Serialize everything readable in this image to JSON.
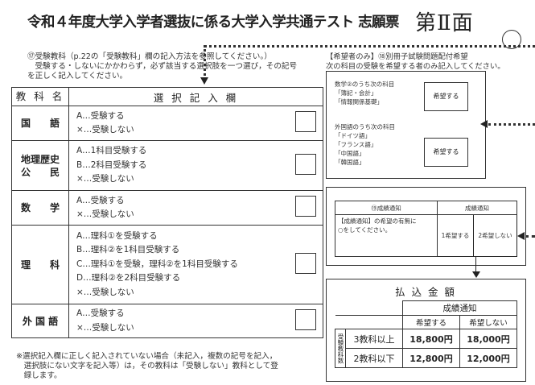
{
  "header": {
    "title": "令和４年度大学入学者選抜に係る大学入学共通テスト 志願票",
    "face": "第Ⅱ面"
  },
  "left_note": {
    "line1": "⑰受験教科（p.22の「受験教科」欄の記入方法を参照してください。）",
    "line2": "　受験する・しないにかかわらず，必ず該当する選択肢を一つ選び，その記号",
    "line3": "を正しく記入してください。"
  },
  "table": {
    "header_subject": "教 科 名",
    "header_select": "選 択 記 入 欄",
    "rows": [
      {
        "subject_lines": [
          "国　　語"
        ],
        "options": [
          "A…受験する",
          "×…受験しない"
        ]
      },
      {
        "subject_lines": [
          "地理歴史",
          "公　　民"
        ],
        "options": [
          "A…1科目受験する",
          "B…2科目受験する",
          "×…受験しない"
        ]
      },
      {
        "subject_lines": [
          "数　　学"
        ],
        "options": [
          "A…受験する",
          "×…受験しない"
        ]
      },
      {
        "subject_lines": [
          "理　　科"
        ],
        "options": [
          "A…理科①を受験する",
          "B…理科②を1科目受験する",
          "C…理科①を受験，理科②を1科目受験する",
          "D…理科②を2科目受験する",
          "×…受験しない"
        ]
      },
      {
        "subject_lines": [
          "外 国 語"
        ],
        "options": [
          "A…受験する",
          "×…受験しない"
        ]
      }
    ]
  },
  "footnote": {
    "line1": "※選択記入欄に正しく記入されていない場合（未記入，複数の記号を記入，",
    "line2": "　選択肢にない文字を記入等）は，その教科は「受験しない」教科として登",
    "line3": "　録します。"
  },
  "right_note": {
    "line1": "【希望者のみ】⑱別冊子試験問題配付希望",
    "line2": "次の科目の受験を希望する者のみ記入してください。"
  },
  "booklet": {
    "math_title": "数学②のうち次の科目",
    "math_subjects": [
      "「簿記・会計」",
      "「情報関係基礎」"
    ],
    "lang_title": "外国語のうち次の科目",
    "lang_subjects": [
      "「ドイツ語」",
      "「フランス語」",
      "「中国語」",
      "「韓国語」"
    ],
    "wish_label": "希望する"
  },
  "results": {
    "heading": "⑲成績通知",
    "column_heading": "成績通知",
    "instruction_line1": "【成績通知】の希望の有無に",
    "instruction_line2": "○をしてください。",
    "option_yes": "1希望する",
    "option_no": "2希望しない"
  },
  "fee": {
    "title": "払 込 金 額",
    "column_heading": "成績通知",
    "col_yes": "希望する",
    "col_no": "希望しない",
    "row_label": "受験教科数",
    "rows": [
      {
        "label": "3教科以上",
        "yes": "18,800円",
        "no": "18,000円"
      },
      {
        "label": "2教科以下",
        "yes": "12,800円",
        "no": "12,000円"
      }
    ]
  }
}
